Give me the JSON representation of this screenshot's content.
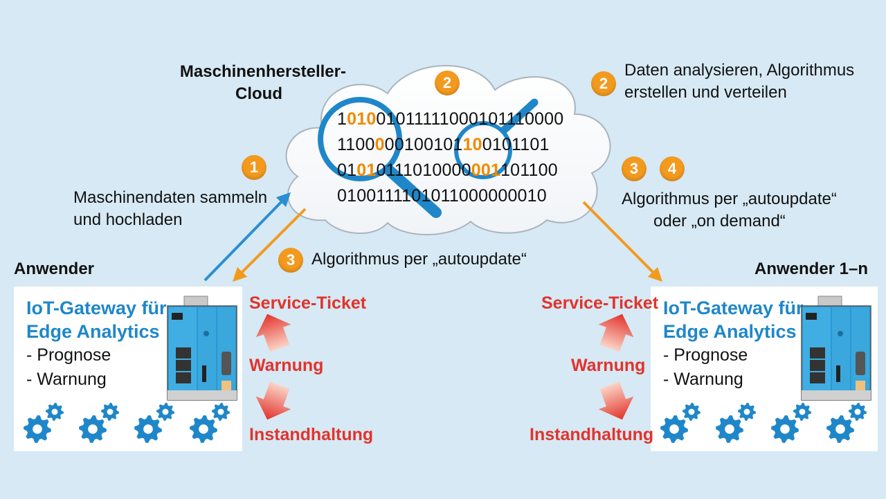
{
  "cloud": {
    "title_line1": "Maschinenhersteller-",
    "title_line2": "Cloud",
    "step": "2",
    "binary_rows": [
      [
        [
          "1",
          0
        ],
        [
          "010",
          1
        ],
        [
          "01011111000101110000",
          0
        ]
      ],
      [
        [
          "1100",
          0
        ],
        [
          "0",
          1
        ],
        [
          "00100101",
          0
        ],
        [
          "10",
          1
        ],
        [
          "0101101",
          0
        ]
      ],
      [
        [
          "01",
          0
        ],
        [
          "01",
          1
        ],
        [
          "0111010000",
          0
        ],
        [
          "001",
          1
        ],
        [
          "101100",
          0
        ]
      ],
      [
        [
          "0100111101011000000010",
          0
        ]
      ]
    ]
  },
  "steps": {
    "s1": {
      "num": "1",
      "line1": "Maschinendaten sammeln",
      "line2": "und hochladen"
    },
    "s2": {
      "num": "2",
      "line1": "Daten analysieren, Algorithmus",
      "line2": "erstellen und verteilen"
    },
    "s34": {
      "num_a": "3",
      "num_b": "4",
      "line1": "Algorithmus per „autoupdate“",
      "line2": "oder „on demand“"
    },
    "s3": {
      "num": "3",
      "text": "Algorithmus per „autoupdate“"
    }
  },
  "left": {
    "label": "Anwender",
    "panel_title_1": "IoT-Gateway für",
    "panel_title_2": "Edge Analytics",
    "items": [
      "- Prognose",
      "- Warnung"
    ],
    "service_ticket": "Service-Ticket",
    "warnung": "Warnung",
    "instandhaltung": "Instandhaltung"
  },
  "right": {
    "label": "Anwender 1–n",
    "panel_title_1": "IoT-Gateway für",
    "panel_title_2": "Edge Analytics",
    "items": [
      "- Prognose",
      "- Warnung"
    ],
    "service_ticket": "Service-Ticket",
    "warnung": "Warnung",
    "instandhaltung": "Instandhaltung"
  },
  "colors": {
    "background": "#d6e9f4",
    "accent_orange": "#f39a1e",
    "arrow_blue": "#2b8fd0",
    "alert_red": "#e2332b",
    "gear_blue": "#1f87c9"
  },
  "icons": [
    "magnifier-icon",
    "gear-icon",
    "gateway-device-icon",
    "arrow-up-icon",
    "arrow-down-icon"
  ]
}
